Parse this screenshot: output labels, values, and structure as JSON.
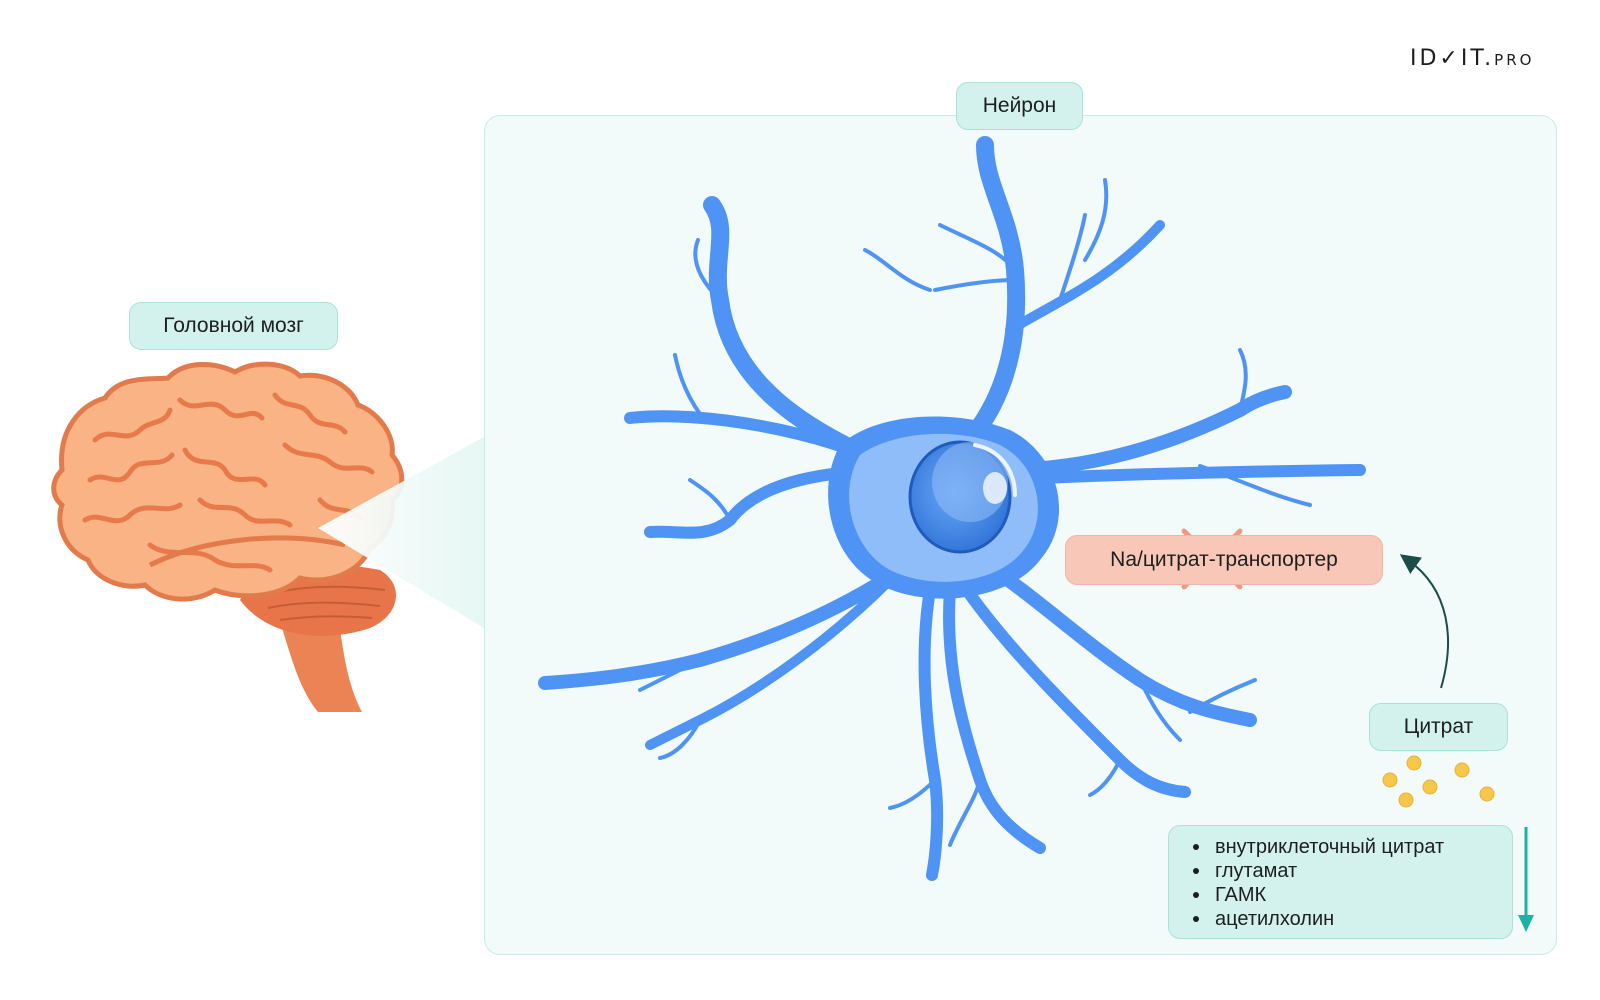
{
  "logo": {
    "main": "ID✓IT.",
    "suffix": "PRO"
  },
  "labels": {
    "brain": "Головной мозг",
    "neuron": "Нейрон",
    "transporter": "Na/цитрат-транспортер",
    "citrate": "Цитрат"
  },
  "decreased_list": [
    "внутриклеточный цитрат",
    "глутамат",
    "ГАМК",
    "ацетилхолин"
  ],
  "colors": {
    "brain": "#f9b384",
    "neuron": "#4f94f5",
    "panel": "#f2fbfa",
    "pill": "#d3f2ee",
    "transporter_pill": "#f8c7b8",
    "cross": "#f38a6b",
    "down_arrow": "#19b3a5",
    "curved_arrow": "#1e4d48",
    "citrate_dots": "#f6c74b"
  },
  "icons": {
    "brain": "brain-illustration",
    "neuron": "neuron-illustration",
    "blocked": "cross-icon",
    "decrease": "arrow-down-icon"
  }
}
